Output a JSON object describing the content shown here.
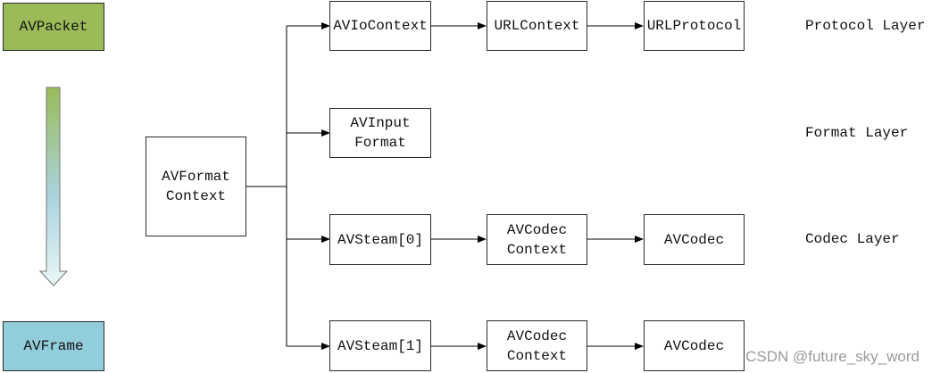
{
  "colors": {
    "packet_fill": "#9bbb59",
    "frame_fill": "#92cddc",
    "arrow_gradient_top": "#9bbb59",
    "arrow_gradient_bottom": "#eaf6f8",
    "line": "#000000",
    "watermark": "#9a9a9a"
  },
  "boxes": {
    "avpacket": {
      "lines": [
        "AVPacket"
      ]
    },
    "avframe": {
      "lines": [
        "AVFrame"
      ]
    },
    "avformat_context": {
      "lines": [
        "AVFormat",
        "Context"
      ]
    },
    "avio_context": {
      "lines": [
        "AVIoContext"
      ]
    },
    "url_context": {
      "lines": [
        "URLContext"
      ]
    },
    "url_protocol": {
      "lines": [
        "URLProtocol"
      ]
    },
    "avinput_format": {
      "lines": [
        "AVInput",
        "Format"
      ]
    },
    "avstream0": {
      "lines": [
        "AVSteam[0]"
      ]
    },
    "avcodec_context0": {
      "lines": [
        "AVCodec",
        "Context"
      ]
    },
    "avcodec0": {
      "lines": [
        "AVCodec"
      ]
    },
    "avstream1": {
      "lines": [
        "AVSteam[1]"
      ]
    },
    "avcodec_context1": {
      "lines": [
        "AVCodec",
        "Context"
      ]
    },
    "avcodec1": {
      "lines": [
        "AVCodec"
      ]
    }
  },
  "layers": {
    "protocol": "Protocol Layer",
    "format": "Format Layer",
    "codec": "Codec Layer"
  },
  "watermark": "CSDN @future_sky_word",
  "icons": {
    "flow_arrow": "down-arrow-icon"
  }
}
